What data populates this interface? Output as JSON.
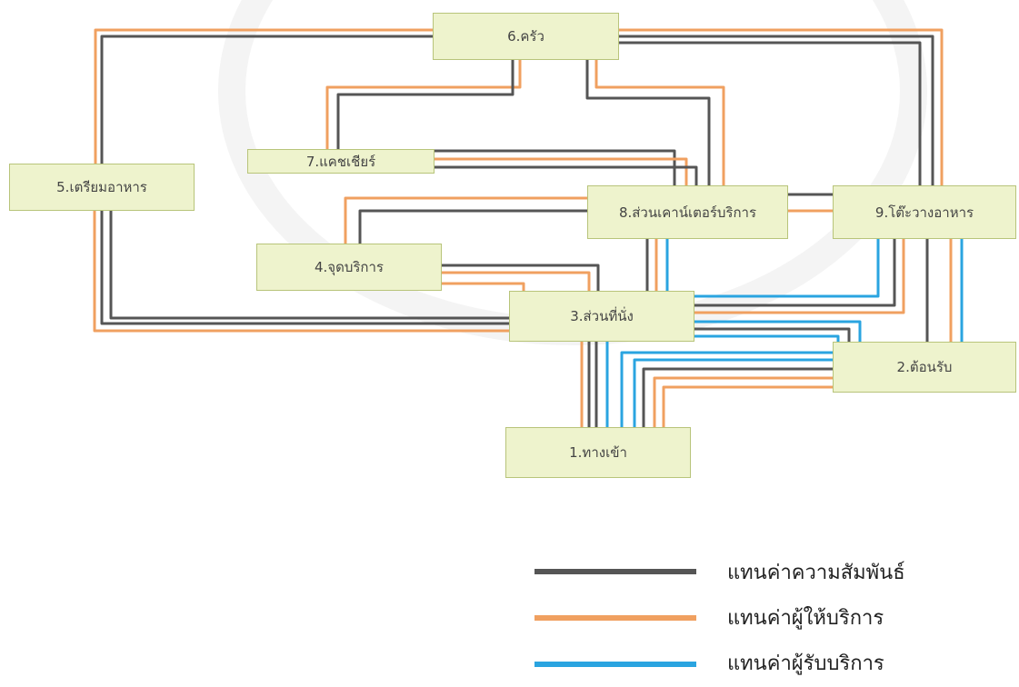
{
  "nodes": {
    "n1": "1.ทางเข้า",
    "n2": "2.ต้อนรับ",
    "n3": "3.ส่วนที่นั่ง",
    "n4": "4.จุดบริการ",
    "n5": "5.เตรียมอาหาร",
    "n6": "6.ครัว",
    "n7": "7.แคชเชียร์",
    "n8": "8.ส่วนเคาน์เตอร์บริการ",
    "n9": "9.โต๊ะวางอาหาร"
  },
  "legend": [
    {
      "label": "แทนค่าความสัมพันธ์",
      "color": "#555555"
    },
    {
      "label": "แทนค่าผู้ให้บริการ",
      "color": "#f0a060"
    },
    {
      "label": "แทนค่าผู้รับบริการ",
      "color": "#2aa4e0"
    }
  ],
  "colors": {
    "relation": "#555555",
    "provider": "#f0a060",
    "customer": "#2aa4e0",
    "node_fill": "#eef3cd"
  }
}
